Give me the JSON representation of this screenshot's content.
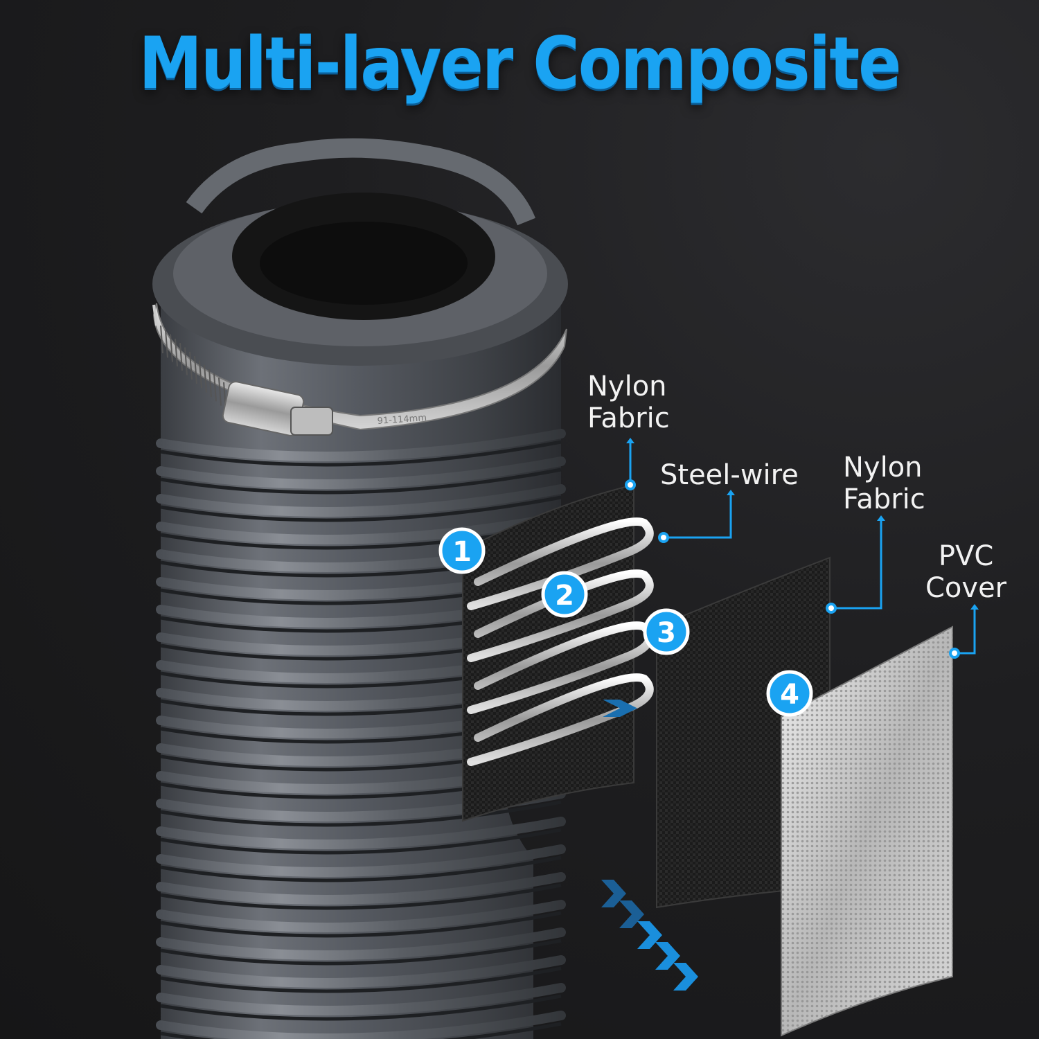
{
  "title": "Multi-layer Composite",
  "clamp_text": "91-114mm",
  "layers": [
    {
      "number": "1",
      "label_line1": "Nylon",
      "label_line2": "Fabric"
    },
    {
      "number": "2",
      "label_line1": "Steel-wire",
      "label_line2": ""
    },
    {
      "number": "3",
      "label_line1": "Nylon",
      "label_line2": "Fabric"
    },
    {
      "number": "4",
      "label_line1": "PVC",
      "label_line2": "Cover"
    }
  ],
  "colors": {
    "accent_blue": "#1aa3f2",
    "background": "#1c1c1e",
    "hose_gray": "#5d6168",
    "fabric_black": "#1a1a1a",
    "pvc_silver": "#c9c9c9"
  }
}
